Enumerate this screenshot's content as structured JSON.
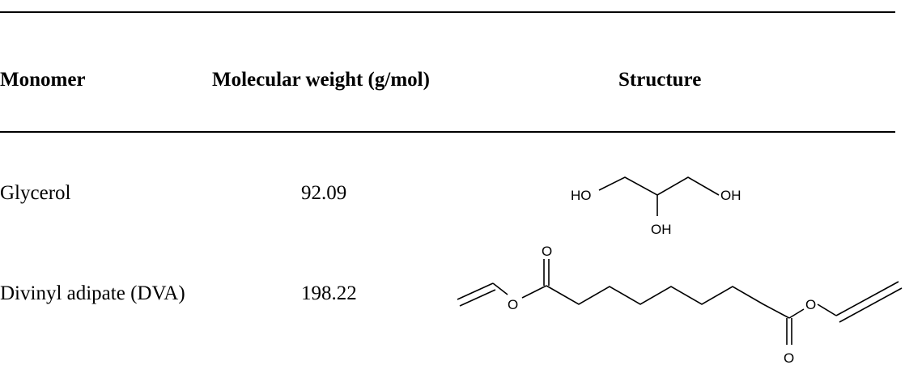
{
  "table": {
    "headers": {
      "monomer": "Monomer",
      "molecular_weight": "Molecular weight (g/mol)",
      "structure": "Structure"
    },
    "rows": [
      {
        "monomer": "Glycerol",
        "molecular_weight": "92.09",
        "structure_labels": {
          "ho_left": "HO",
          "oh_right": "OH",
          "oh_bottom": "OH"
        }
      },
      {
        "monomer": "Divinyl adipate (DVA)",
        "molecular_weight": "198.22",
        "structure_labels": {
          "o_top": "O",
          "o_ester_left": "O",
          "o_ester_right": "O",
          "o_bottom": "O"
        }
      }
    ]
  }
}
